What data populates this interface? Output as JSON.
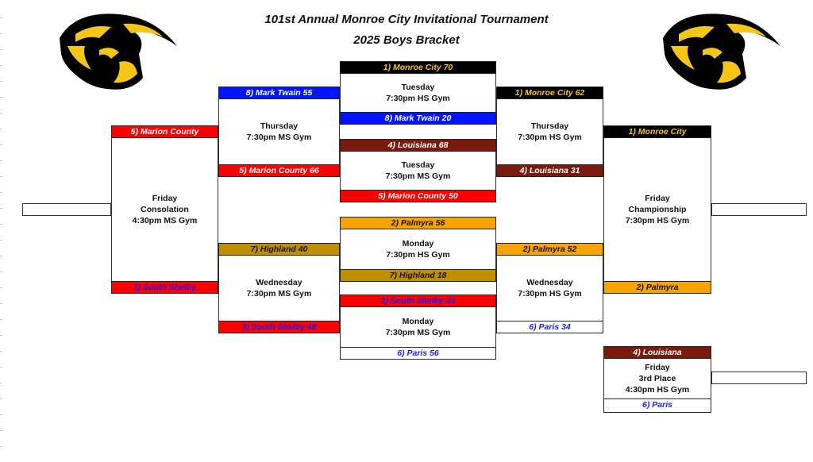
{
  "header": {
    "title": "101st Annual Monroe City Invitational Tournament",
    "subtitle": "2025 Boys Bracket"
  },
  "logos": {
    "left_icon": "panther-logo-icon",
    "right_icon": "panther-logo-icon"
  },
  "colors": {
    "black": "#000000",
    "gold_text": "#f5c518",
    "blue": "#0014ff",
    "red": "#ff0000",
    "brown": "#7a1a0c",
    "orange": "#f7a300",
    "gold": "#bf8f00"
  },
  "bracket": {
    "round1": {
      "game1": {
        "top": "1) Monroe City  70",
        "day": "Tuesday",
        "time": "7:30pm HS Gym",
        "bottom": "8) Mark Twain  20"
      },
      "game2": {
        "top": "4) Louisiana  68",
        "day": "Tuesday",
        "time": "7:30pm MS Gym",
        "bottom": "5) Marion County  50"
      },
      "game3": {
        "top": "2) Palmyra 56",
        "day": "Monday",
        "time": "7:30pm HS Gym",
        "bottom": "7) Highland 18"
      },
      "game4": {
        "top": "3) South Shelby 33",
        "day": "Monday",
        "time": "7:30pm MS Gym",
        "bottom": "6) Paris 56"
      }
    },
    "consolation_semis": {
      "game1": {
        "top": "8) Mark Twain  55",
        "day": "Thursday",
        "time": "7:30pm MS Gym",
        "bottom": "5) Marion County  66"
      },
      "game2": {
        "top": "7) Highland  40",
        "day": "Wednesday",
        "time": "7:30pm MS Gym",
        "bottom": "3) South Shelby  48"
      }
    },
    "winner_semis": {
      "game1": {
        "top": "1) Monroe City  62",
        "day": "Thursday",
        "time": "7:30pm HS Gym",
        "bottom": "4) Louisiana  31"
      },
      "game2": {
        "top": "2) Palmyra  52",
        "day": "Wednesday",
        "time": "7:30pm HS Gym",
        "bottom": "6) Paris  34"
      }
    },
    "consolation_final": {
      "top": "5) Marion County",
      "day": "Friday",
      "label": "Consolation",
      "time": "4:30pm MS Gym",
      "bottom": "3) South Shelby"
    },
    "championship": {
      "top": "1) Monroe City",
      "day": "Friday",
      "label": "Championship",
      "time": "7:30pm HS Gym",
      "bottom": "2) Palmyra"
    },
    "third_place": {
      "top": "4) Louisiana",
      "day": "Friday",
      "label": "3rd Place",
      "time": "4:30pm HS Gym",
      "bottom": "6) Paris"
    }
  }
}
